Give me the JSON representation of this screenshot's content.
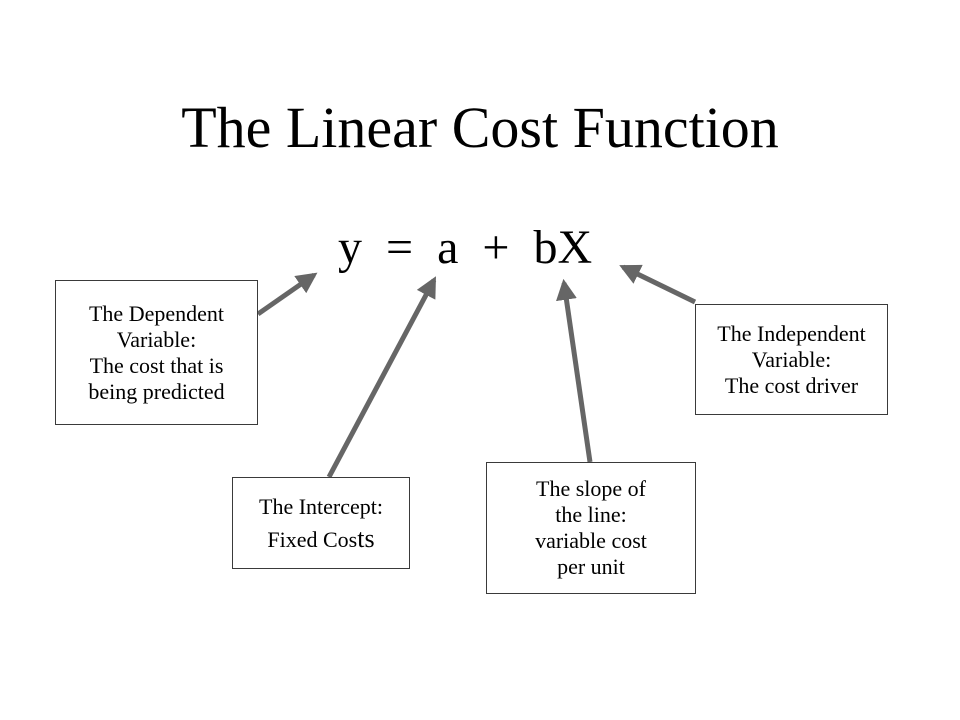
{
  "slide": {
    "title": "The Linear Cost Function",
    "equation": "y  =  a  +  bX"
  },
  "labels": {
    "dependent": {
      "lines": [
        "The Dependent",
        "Variable:",
        "The cost that is",
        "being predicted"
      ]
    },
    "intercept": {
      "line1": "The Intercept:",
      "line2_main": "Fixed Cos",
      "line2_suffix": "ts"
    },
    "slope": {
      "lines": [
        "The slope of",
        "the line:",
        "variable cost",
        "per unit"
      ]
    },
    "independent": {
      "lines": [
        "The Independent",
        "Variable:",
        "The cost driver"
      ]
    }
  },
  "colors": {
    "arrow": "#666666",
    "box_border": "#3a3a3a",
    "text": "#000000",
    "background": "#ffffff"
  }
}
